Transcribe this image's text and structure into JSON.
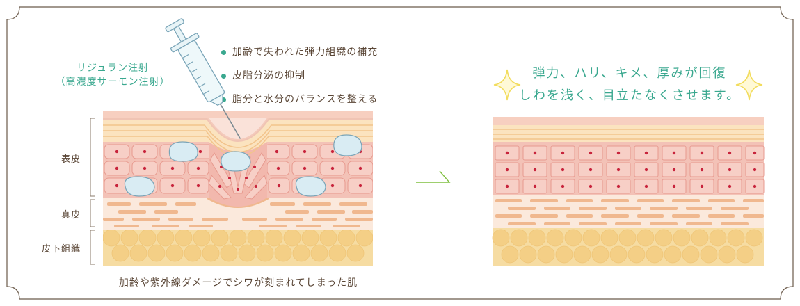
{
  "injection": {
    "name": "リジュラン注射",
    "subname": "（高濃度サーモン注射）"
  },
  "benefits": [
    "加齢で失われた弾力組織の補充",
    "皮脂分泌の抑制",
    "脂分と水分のバランスを整える"
  ],
  "layers": {
    "epidermis": "表皮",
    "dermis": "真皮",
    "subcutaneous": "皮下組織"
  },
  "before_caption": "加齢や紫外線ダメージでシワが刻まれてしまった肌",
  "result": {
    "line1": "弾力、ハリ、キメ、厚みが回復",
    "line2": "しわを浅く、目立たなくさせます。"
  },
  "colors": {
    "accent": "#3aa88f",
    "sparkle": "#f2dc5d",
    "text": "#5a4636",
    "frame": "#6b5a4a"
  },
  "icons": [
    "syringe-icon",
    "arrow-right-icon",
    "sparkle-icon"
  ]
}
